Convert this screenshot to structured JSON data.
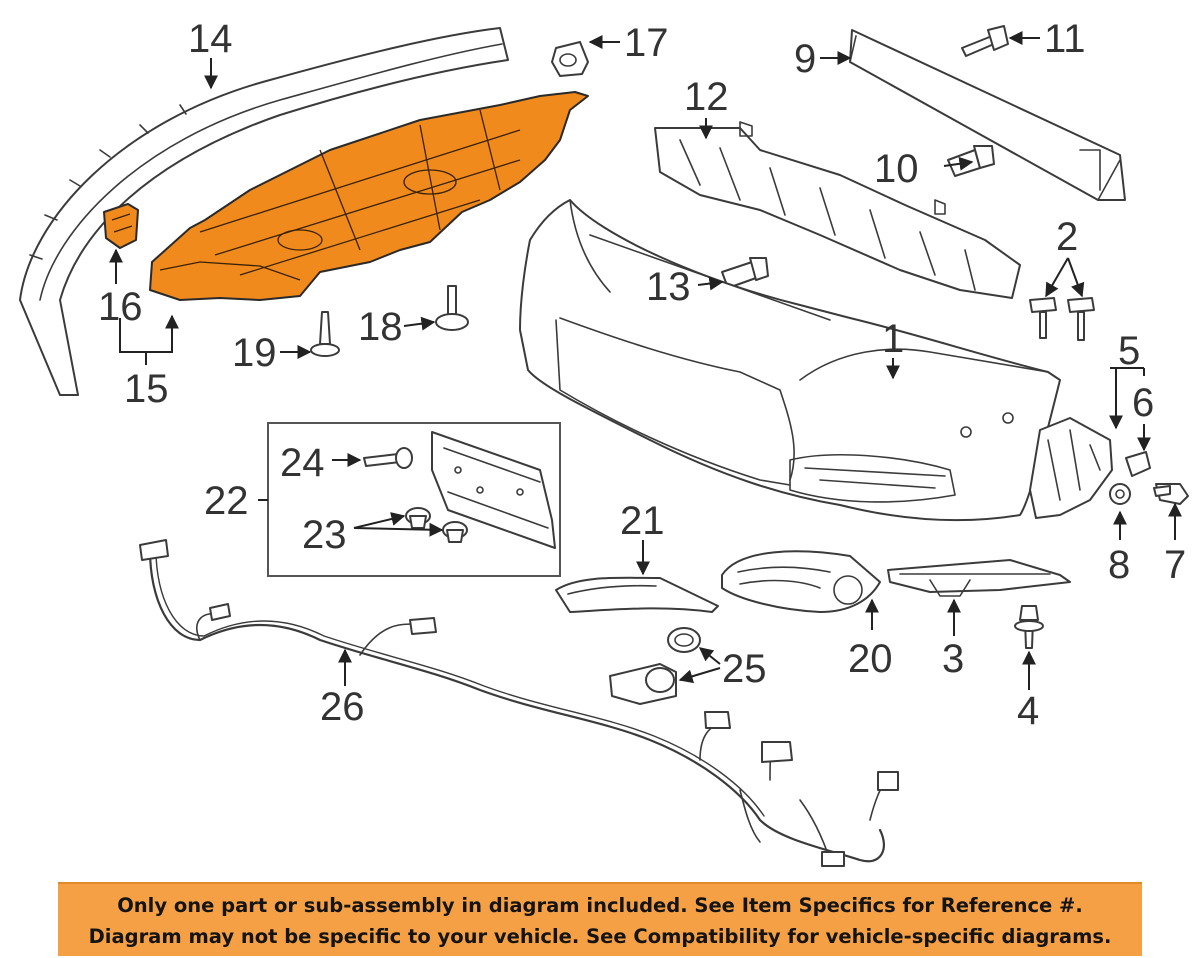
{
  "callouts": {
    "c1": "1",
    "c2": "2",
    "c3": "3",
    "c4": "4",
    "c5": "5",
    "c6": "6",
    "c7": "7",
    "c8": "8",
    "c9": "9",
    "c10": "10",
    "c11": "11",
    "c12": "12",
    "c13": "13",
    "c14": "14",
    "c15": "15",
    "c16": "16",
    "c17": "17",
    "c18": "18",
    "c19": "19",
    "c20": "20",
    "c21": "21",
    "c22": "22",
    "c23": "23",
    "c24": "24",
    "c25": "25",
    "c26": "26"
  },
  "banner": {
    "line1": "Only one part or sub-assembly in diagram included. See Item Specifics for Reference #.",
    "line2": "Diagram may not be specific to your vehicle. See Compatibility for vehicle-specific diagrams."
  },
  "colors": {
    "highlight_part": "#f08a1c",
    "banner_background": "#f5a044",
    "line_art": "#3b3b3b"
  }
}
